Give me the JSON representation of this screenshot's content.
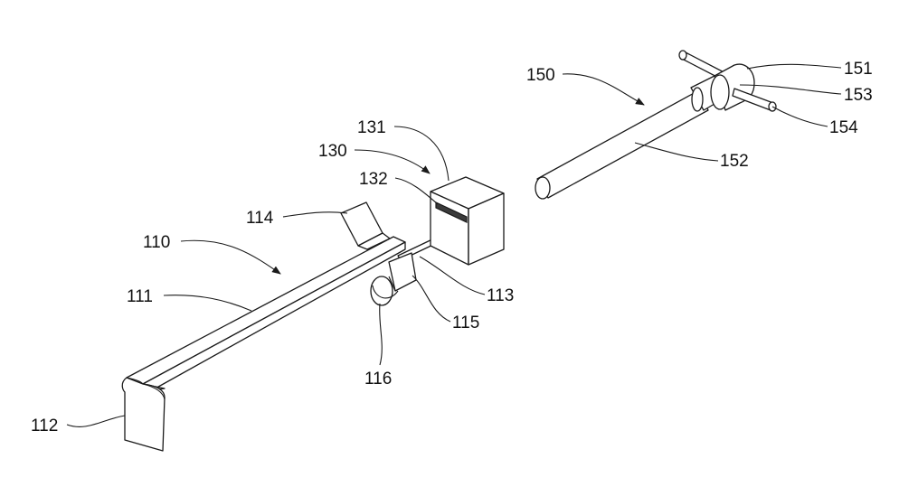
{
  "labels": {
    "l110": "110",
    "l111": "111",
    "l112": "112",
    "l113": "113",
    "l114": "114",
    "l115": "115",
    "l116": "116",
    "l130": "130",
    "l131": "131",
    "l132": "132",
    "l150": "150",
    "l151": "151",
    "l152": "152",
    "l153": "153",
    "l154": "154"
  }
}
